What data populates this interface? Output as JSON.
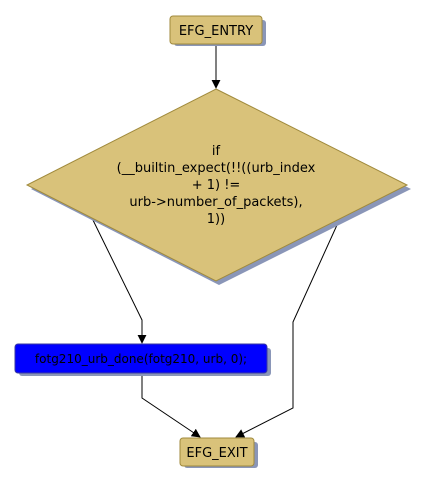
{
  "nodes": {
    "entry": {
      "label": "EFG_ENTRY"
    },
    "condition": {
      "lines": [
        "if",
        "(__builtin_expect(!!((urb_index",
        "+ 1) !=",
        "urb->number_of_packets),",
        "1))"
      ]
    },
    "call": {
      "label": "fotg210_urb_done(fotg210, urb, 0);"
    },
    "exit": {
      "label": "EFG_EXIT"
    }
  },
  "colors": {
    "node_fill": "#d9c27a",
    "node_stroke": "#a08a3c",
    "shadow": "#8a96b8",
    "call_fill": "#0000ff",
    "call_text": "#000000",
    "edge": "#000000"
  }
}
